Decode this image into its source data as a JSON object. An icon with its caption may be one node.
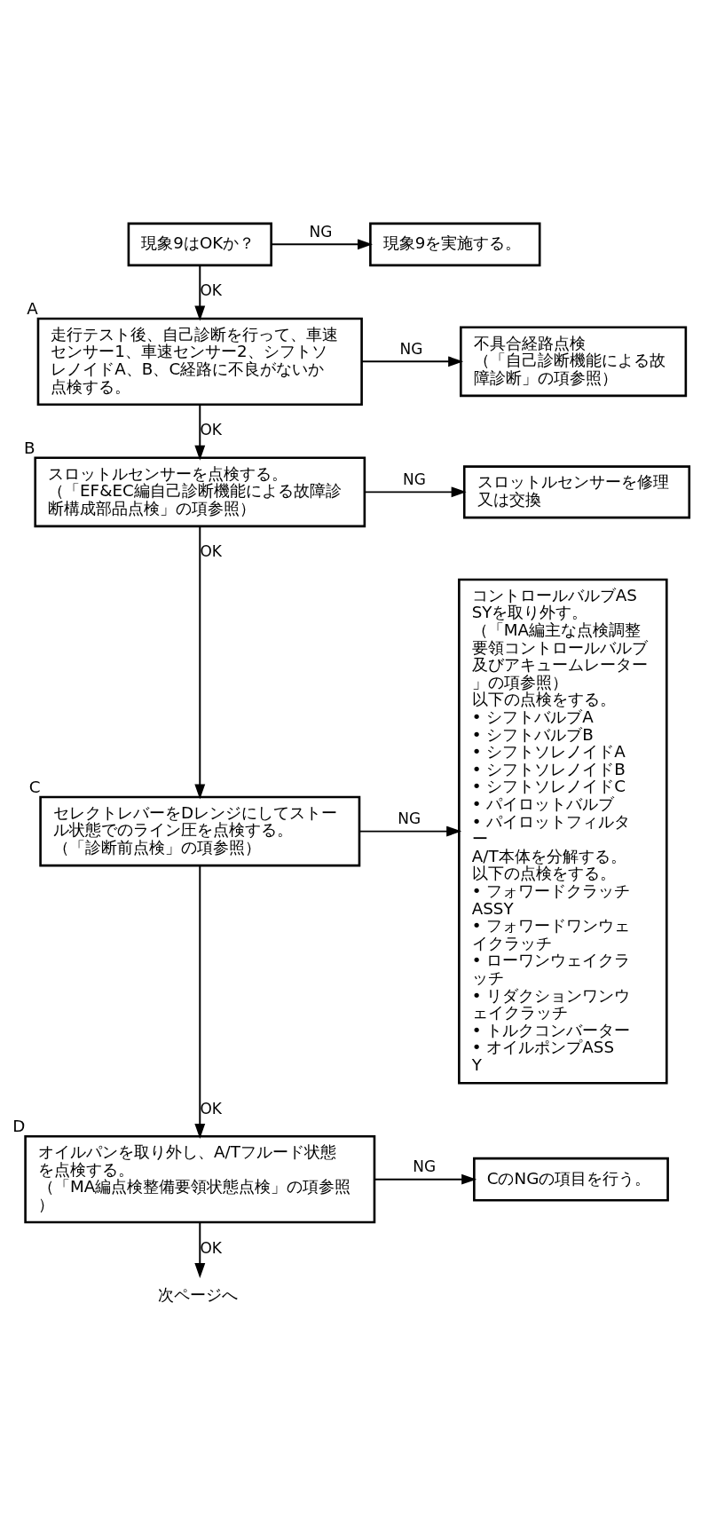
{
  "diagram": {
    "nodes": [
      {
        "text": [
          "現象9はOKか？"
        ]
      },
      {
        "text": [
          "現象9を実施する。"
        ]
      },
      {
        "text": [
          "走行テスト後、自己診断を行って、車速センサー1、車速センサー2、シフトソレノイドA、B、C経路に不良がないか点検する。"
        ],
        "beside": [
          "A"
        ]
      },
      {
        "text": [
          "不具合経路点検",
          "（「自己診断機能による故障診断」の項参照）"
        ]
      },
      {
        "text": [
          "スロットルセンサーを点検する。",
          "（「EF&EC編自己診断機能による故障診断構成部品点検」の項参照）"
        ],
        "beside": [
          "B"
        ]
      },
      {
        "text": [
          "スロットルセンサーを修理又は交換"
        ]
      },
      {
        "text": [
          "セレクトレバーをDレンジにしてストール状態でのライン圧を点検する。",
          "（「診断前点検」の項参照）"
        ],
        "beside": [
          "C"
        ]
      },
      {
        "text": [
          "コントロールバルブASSYを取り外す。",
          "（「MA編主な点検調整要領コントロールバルブ及びアキュームレーター」の項参照）",
          "以下の点検をする。",
          "• シフトバルブA",
          "• シフトバルブB",
          "• シフトソレノイドA",
          "• シフトソレノイドB",
          "• シフトソレノイドC",
          "• パイロットバルブ",
          "• パイロットフィルター",
          "A/T本体を分解する。",
          "以下の点検をする。",
          "• フォワードクラッチASSY",
          "• フォワードワンウェイクラッチ",
          "• ローワンウェイクラッチ",
          "• リダクションワンウェイクラッチ",
          "• トルクコンバーター",
          "• オイルポンプASSY"
        ]
      },
      {
        "text": [
          "オイルパンを取り外し、A/Tフルード状態を点検する。",
          "（「MA編点検整備要領状態点検」の項参照）"
        ],
        "beside": [
          "D"
        ]
      },
      {
        "text": [
          "CのNGの項目を行う。"
        ]
      },
      {
        "text": [
          "次ページへ"
        ]
      }
    ],
    "edges": [
      {
        "from": 0,
        "to": 1,
        "arrow": "to",
        "label": "NG"
      },
      {
        "from": 0,
        "to": 2,
        "arrow": "to",
        "label": "OK"
      },
      {
        "from": 2,
        "to": 3,
        "arrow": "to",
        "label": "NG"
      },
      {
        "from": 2,
        "to": 4,
        "arrow": "to",
        "label": "OK"
      },
      {
        "from": 4,
        "to": 5,
        "arrow": "to",
        "label": "NG"
      },
      {
        "from": 4,
        "to": 6,
        "arrow": "to",
        "label": "OK"
      },
      {
        "from": 6,
        "to": 7,
        "arrow": "to",
        "label": "NG"
      },
      {
        "from": 6,
        "to": 8,
        "arrow": "to",
        "label": "OK"
      },
      {
        "from": 8,
        "to": 9,
        "arrow": "to",
        "label": "NG"
      },
      {
        "from": 8,
        "to": 10,
        "arrow": "to",
        "label": "OK"
      }
    ]
  }
}
